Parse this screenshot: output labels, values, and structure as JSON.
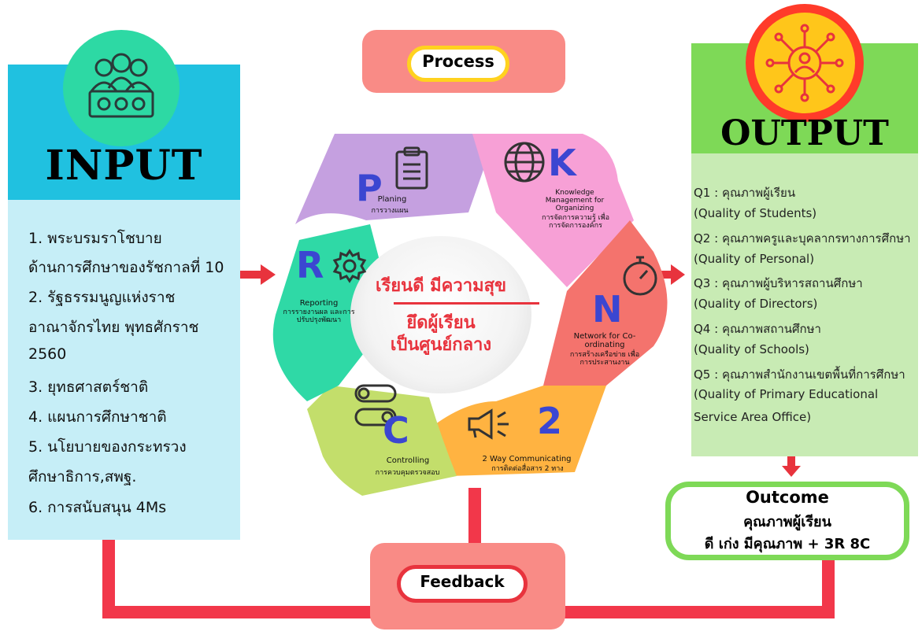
{
  "input": {
    "title": "INPUT",
    "items": [
      "1. พระบรมราโชบาย",
      "ด้านการศึกษาของรัชกาลที่ 10",
      "2. รัฐธรรมนูญแห่งราช",
      "อาณาจักรไทย พุทธศักราช",
      "2560",
      "3. ยุทธศาสตร์ชาติ",
      "4. แผนการศึกษาชาติ",
      "5. นโยบายของกระทรวง",
      "ศึกษาธิการ,สพฐ.",
      "6. การสนับสนุน 4Ms"
    ]
  },
  "process": {
    "label": "Process"
  },
  "feedback": {
    "label": "Feedback"
  },
  "center": {
    "line1": "เรียนดี มีความสุข",
    "line2": "ยึดผู้เรียน",
    "line3": "เป็นศูนย์กลาง"
  },
  "segments": {
    "p": {
      "letter": "P",
      "title": "Planing",
      "subtitle": "การวางแผน",
      "color": "#c5a0e0"
    },
    "k": {
      "letter": "K",
      "title": "Knowledge Management for Organizing",
      "subtitle": "การจัดการความรู้ เพื่อการจัดการองค์กร",
      "color": "#f7a0d6"
    },
    "n": {
      "letter": "N",
      "title": "Network for Co-ordinating",
      "subtitle": "การสร้างเครือข่าย เพื่อการประสานงาน",
      "color": "#f4736d"
    },
    "two": {
      "letter": "2",
      "title": "2 Way Communicating",
      "subtitle": "การติดต่อสื่อสาร 2 ทาง",
      "color": "#ffb341"
    },
    "c": {
      "letter": "C",
      "title": "Controlling",
      "subtitle": "การควบคุมตรวจสอบ",
      "color": "#c3de6b"
    },
    "r": {
      "letter": "R",
      "title": "Reporting",
      "subtitle": "การรายงานผล และการปรับปรุงพัฒนา",
      "color": "#2fd9a6"
    }
  },
  "output": {
    "title": "OUTPUT",
    "items": [
      "Q1 : คุณภาพผู้เรียน",
      "(Quality of Students)",
      "Q2 : คุณภาพครูและบุคลากรทางการศึกษา",
      "(Quality of Personal)",
      "Q3 : คุณภาพผู้บริหารสถานศึกษา",
      "(Quality of Directors)",
      "Q4 : คุณภาพสถานศึกษา",
      "(Quality of Schools)",
      "Q5 : คุณภาพสำนักงานเขตพื้นที่การศึกษา",
      "(Quality of Primary Educational",
      "Service Area Office)"
    ]
  },
  "outcome": {
    "title": "Outcome",
    "line1": "คุณภาพผู้เรียน",
    "line2": "ดี เก่ง มีคุณภาพ + 3R 8C"
  },
  "colors": {
    "arrow": "#e8333d",
    "connector": "#f2374a",
    "letter": "#3b46d1"
  }
}
